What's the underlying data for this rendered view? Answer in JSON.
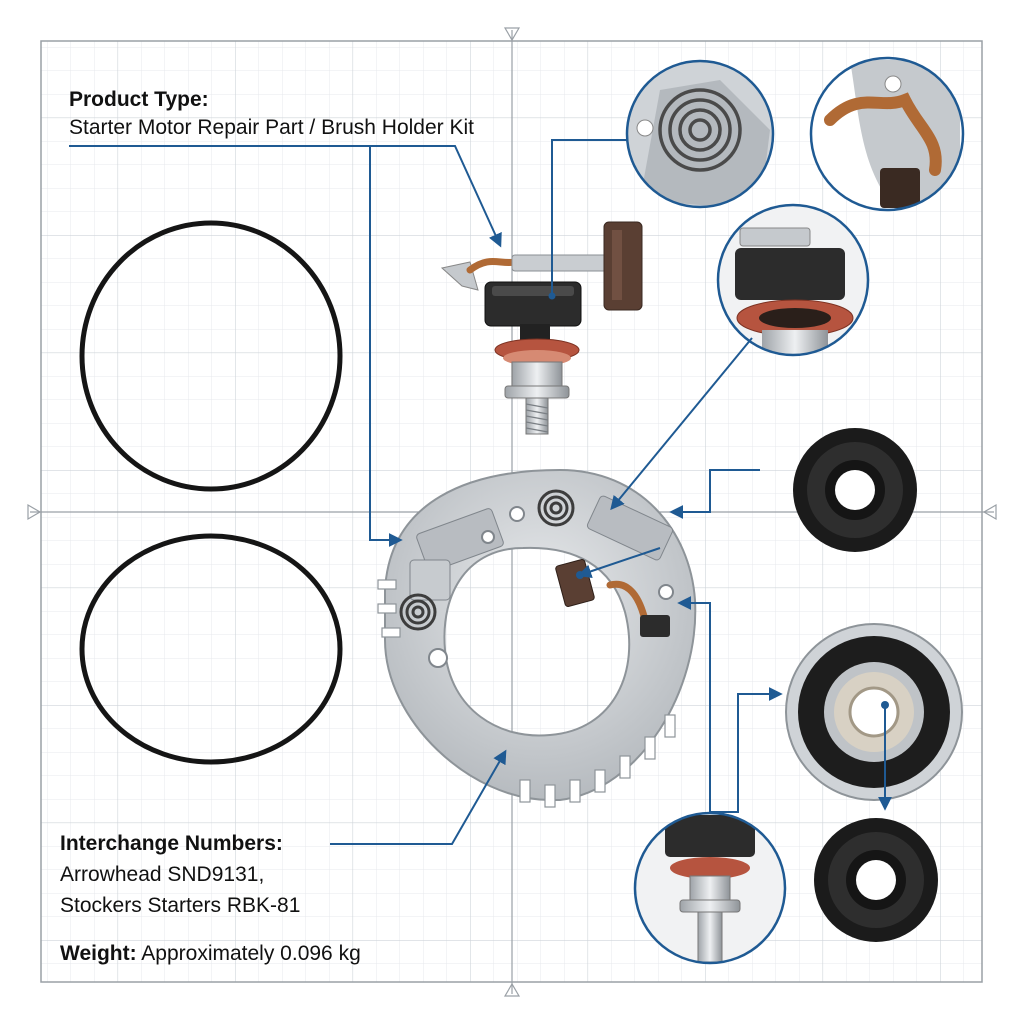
{
  "product_type": {
    "heading": "Product Type:",
    "value": "Starter Motor Repair Part / Brush Holder Kit"
  },
  "interchange": {
    "heading": "Interchange Numbers:",
    "line1": "Arrowhead SND9131,",
    "line2": "Stockers Starters RBK-81"
  },
  "weight": {
    "heading": "Weight:",
    "value": "Approximately 0.096 kg"
  },
  "colors": {
    "callout": "#1f5a93",
    "grid": "#d9dde3",
    "frame": "#9aa0a6",
    "metal": "#cfd3d7",
    "rubber": "#151515",
    "copper": "#b06a35",
    "washer": "#b6543f"
  }
}
